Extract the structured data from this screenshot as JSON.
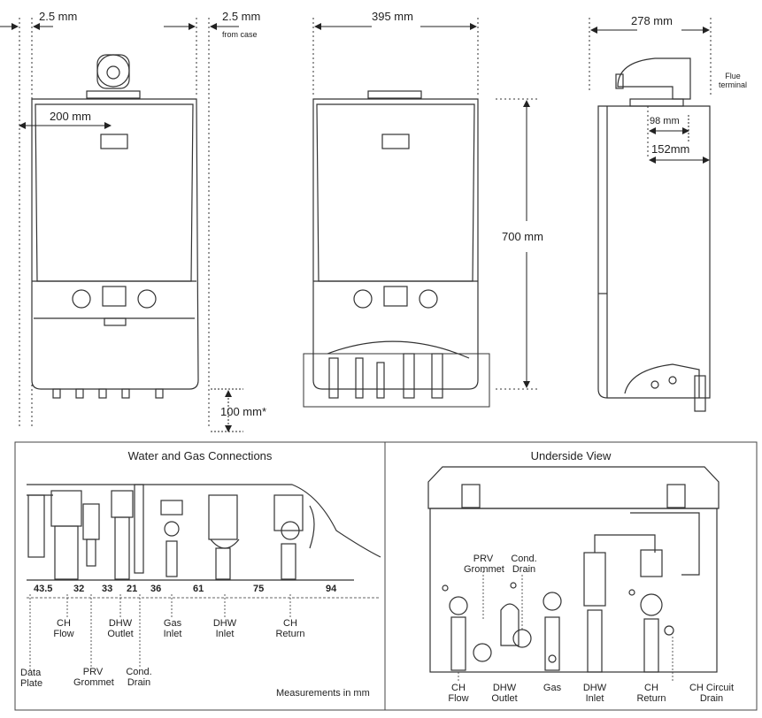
{
  "dimensions": {
    "left_clearance": "2.5 mm",
    "right_clearance": "2.5 mm",
    "right_clearance_note": "from case",
    "width": "395 mm",
    "depth": "278 mm",
    "flue_offset_front": "200 mm",
    "height": "700 mm",
    "bottom_clearance": "100 mm*",
    "flue_terminal": "Flue\nterminal",
    "flue_terminal_line1": "Flue",
    "flue_terminal_line2": "terminal",
    "side_98": "98 mm",
    "side_152": "152mm"
  },
  "connections_panel": {
    "title": "Water and Gas Connections",
    "measurements": [
      "43.5",
      "32",
      "33",
      "21",
      "36",
      "61",
      "75",
      "94"
    ],
    "labels": {
      "ch_flow": [
        "CH",
        "Flow"
      ],
      "dhw_outlet": [
        "DHW",
        "Outlet"
      ],
      "gas_inlet": [
        "Gas",
        "Inlet"
      ],
      "dhw_inlet": [
        "DHW",
        "Inlet"
      ],
      "ch_return": [
        "CH",
        "Return"
      ],
      "data_plate": [
        "Data",
        "Plate"
      ],
      "prv_grommet": [
        "PRV",
        "Grommet"
      ],
      "cond_drain": [
        "Cond.",
        "Drain"
      ]
    },
    "footnote": "Measurements in mm"
  },
  "underside_panel": {
    "title": "Underside View",
    "labels": {
      "prv_grommet": [
        "PRV",
        "Grommet"
      ],
      "cond_drain": [
        "Cond.",
        "Drain"
      ],
      "ch_flow": [
        "CH",
        "Flow"
      ],
      "dhw_outlet": [
        "DHW",
        "Outlet"
      ],
      "gas": [
        "Gas"
      ],
      "dhw_inlet": [
        "DHW",
        "Inlet"
      ],
      "ch_return": [
        "CH",
        "Return"
      ],
      "ch_circuit_drain": [
        "CH Circuit",
        "Drain"
      ]
    }
  },
  "colors": {
    "line": "#333333",
    "dotted": "#555555",
    "frame": "#444444",
    "fill": "#ffffff"
  }
}
